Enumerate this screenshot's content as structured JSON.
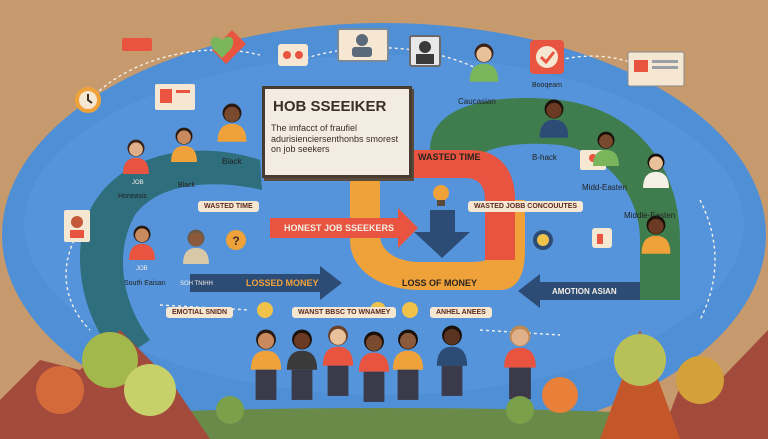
{
  "title_card": {
    "heading": "HOB SSEEIKER",
    "subtitle": "The imfacct of fraufiel adurisienciersenthonbs smorest on job seekers"
  },
  "flow_labels": {
    "wasted_time": "WASTED TIME",
    "honest_job_seekers": "HONEST JOB SSEEKERS",
    "lossed_money": "LOSSED MONEY",
    "loss_of_money": "LOSS OF MONEY",
    "amotion_asian": "AMOTION ASIAN"
  },
  "tags": {
    "wasted_time_small": "WASTED TIME",
    "wasted_job_concoutes": "WASTED JOBB CONCOUUTES",
    "emotial_snidn": "EMOTIAL SNIDN",
    "wanst_bbsc": "WANST BBSC TO WNAMEY",
    "anhel_anees": "ANHEL ANEES"
  },
  "people_labels": {
    "black_top": "Black",
    "black_left": "Black",
    "honeasic": "Honeasic",
    "south_eaisan": "South Eaisan",
    "soh_thnih": "SOH TNIHH",
    "caucasian": "Caucasian",
    "booqeam": "Booqeam",
    "b_hack": "B-hack",
    "midd_easten": "Midd-Easten",
    "middle_easten": "Middle-Easten"
  },
  "badges": {
    "job_a": "JOB",
    "job_b": "JOB"
  },
  "colors": {
    "background": "#c69a6c",
    "sky": "#4f8fd6",
    "green_arrow": "#3f7d4f",
    "teal_arrow": "#2f6e7c",
    "orange_arrow": "#f0a23a",
    "red_arrow": "#e8543f",
    "navy_arrow": "#2d4c75",
    "card_border": "#4a3b30"
  }
}
